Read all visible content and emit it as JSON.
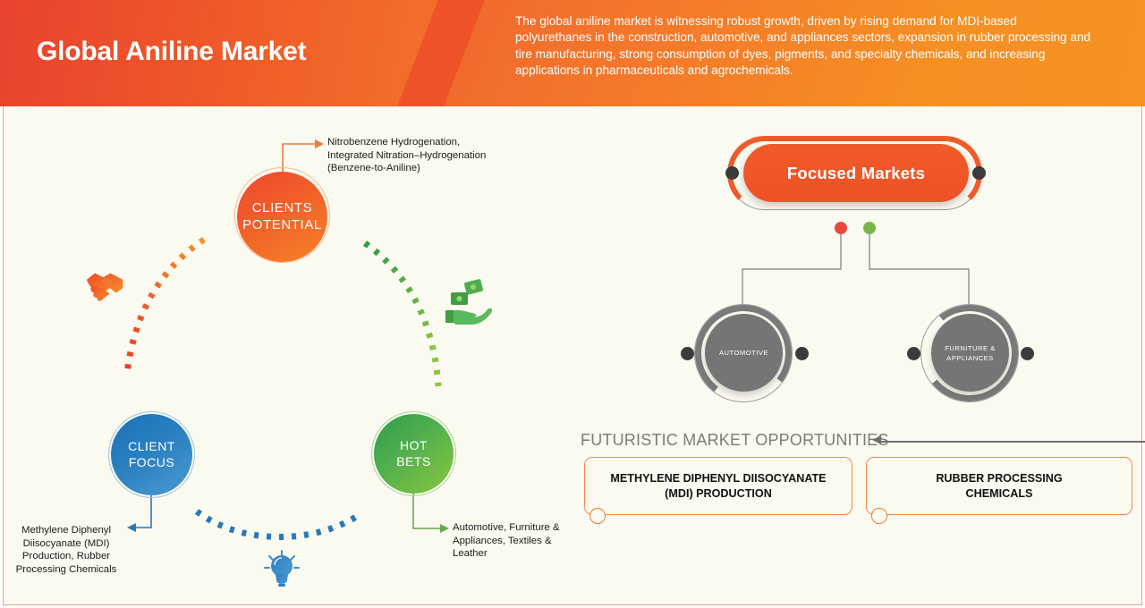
{
  "header": {
    "title": "Global Aniline Market",
    "description": "The global aniline market is witnessing robust growth, driven by rising demand for MDI-based polyurethanes in the construction, automotive, and appliances sectors, expansion in rubber processing and tire manufacturing, strong consumption of dyes, pigments, and specialty chemicals, and increasing applications in pharmaceuticals and agrochemicals."
  },
  "colors": {
    "header_start": "#e8432f",
    "header_end": "#f59222",
    "panel_bg": "#fbfaf0",
    "panel_border": "#f0a08a",
    "orange": "#ef5b2b",
    "blue": "#1d72b8",
    "green": "#4eae4e",
    "gray_node": "#757575",
    "dot_red": "#e8483a",
    "dot_green": "#7ab648"
  },
  "left": {
    "clients_potential": {
      "label_line1": "CLIENTS",
      "label_line2": "POTENTIAL",
      "annotation": "Nitrobenzene Hydrogenation, Integrated Nitration–Hydrogenation (Benzene-to-Aniline)"
    },
    "client_focus": {
      "label_line1": "CLIENT",
      "label_line2": "FOCUS",
      "annotation": "Methylene Diphenyl Diisocyanate (MDI) Production, Rubber Processing Chemicals"
    },
    "hot_bets": {
      "label_line1": "HOT",
      "label_line2": "BETS",
      "annotation": "Automotive, Furniture & Appliances, Textiles & Leather"
    },
    "icons": {
      "handshake": "handshake-icon",
      "money_hand": "money-in-hand-icon",
      "lightbulb": "lightbulb-icon"
    }
  },
  "right": {
    "focused_markets_title": "Focused Markets",
    "markets": [
      {
        "label_line1": "AUTOMOTIVE",
        "label_line2": "",
        "dot_color": "#e8483a"
      },
      {
        "label_line1": "FURNITURE &",
        "label_line2": "APPLIANCES",
        "dot_color": "#7ab648"
      }
    ],
    "futuristic": {
      "heading": "FUTURISTIC MARKET OPPORTUNITIES",
      "cards": [
        {
          "line1": "METHYLENE DIPHENYL DIISOCYANATE",
          "line2": "(MDI) PRODUCTION"
        },
        {
          "line1": "RUBBER PROCESSING",
          "line2": "CHEMICALS"
        }
      ]
    }
  }
}
